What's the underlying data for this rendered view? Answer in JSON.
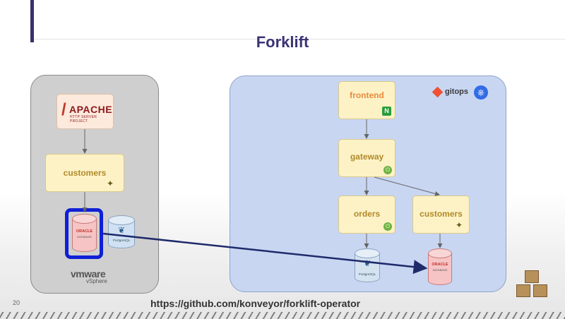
{
  "title": "Forklift",
  "url": "https://github.com/konveyor/forklift-operator",
  "slide_number": "20",
  "left_panel": {
    "apache_logo": {
      "word": "APACHE",
      "sub": "HTTP SERVER PROJECT"
    },
    "customers_label": "customers",
    "oracle": {
      "brand": "ORACLE",
      "sub": "DATABASE"
    },
    "postgres": {
      "label": "PostgreSQL"
    },
    "vmware": {
      "brand": "vmware",
      "product": "vSphere"
    }
  },
  "right_panel": {
    "frontend_label": "frontend",
    "gateway_label": "gateway",
    "orders_label": "orders",
    "customers_label": "customers",
    "gitops_label": "gitops",
    "postgres": {
      "label": "PostgreSQL"
    },
    "oracle": {
      "brand": "ORACLE",
      "sub": "DATABASE"
    }
  },
  "colors": {
    "title": "#3b3474",
    "highlight": "#0f1fd6",
    "arrow": "#1f2a6b",
    "left_panel": "#cfcfcf",
    "right_panel": "#c8d6f2"
  },
  "icons": [
    "apache-feather-icon",
    "tomcat-icon",
    "nginx-icon",
    "spring-icon",
    "git-icon",
    "kubernetes-icon",
    "postgres-elephant-icon",
    "boxes-icon"
  ]
}
